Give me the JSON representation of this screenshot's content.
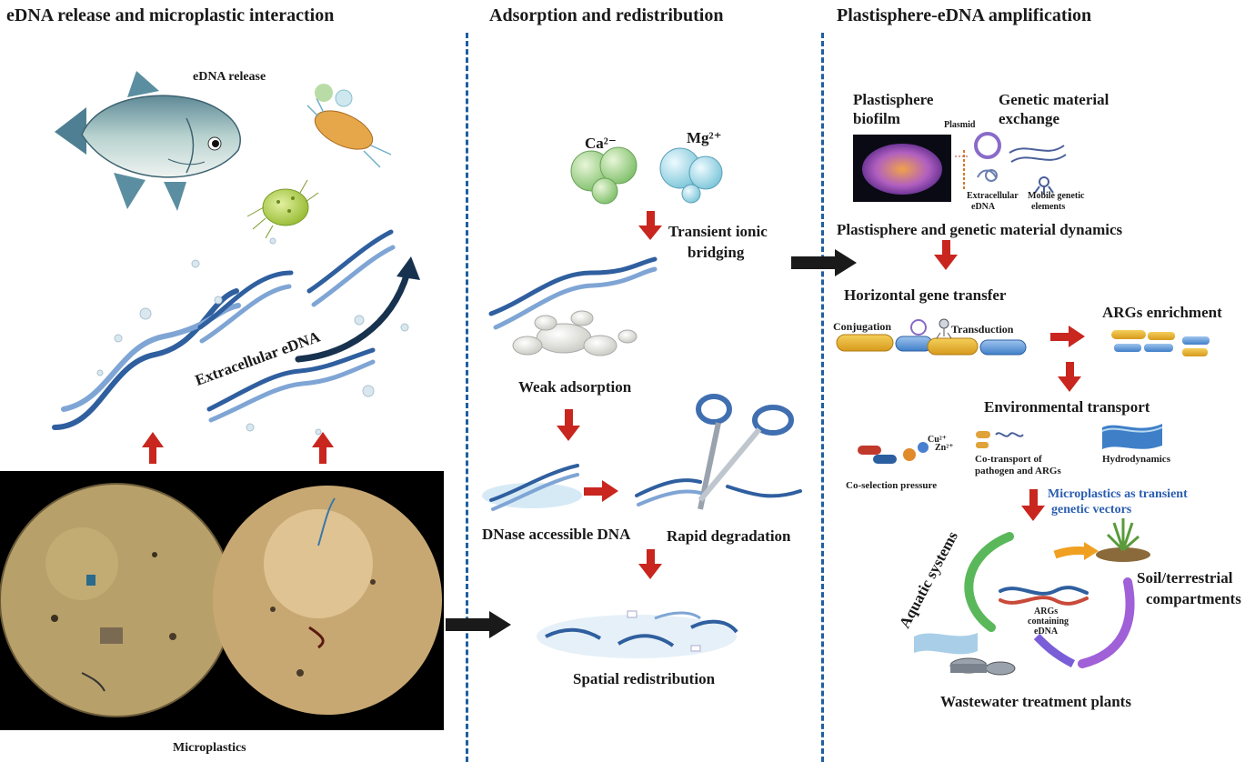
{
  "panels": {
    "left": {
      "title": "eDNA release and microplastic interaction",
      "edna_release": "eDNA release",
      "extracellular_edna": "Extracellular eDNA",
      "microplastics": "Microplastics"
    },
    "middle": {
      "title": "Adsorption and redistribution",
      "ca_ion": "Ca²⁻",
      "mg_ion": "Mg²⁺",
      "transient_bridging_1": "Transient ionic",
      "transient_bridging_2": "bridging",
      "weak_adsorption": "Weak adsorption",
      "dnase_accessible": "DNase accessible DNA",
      "rapid_degradation": "Rapid degradation",
      "spatial_redistribution": "Spatial redistribution"
    },
    "right": {
      "title": "Plastisphere-eDNA amplification",
      "plastisphere_biofilm_1": "Plastisphere",
      "plastisphere_biofilm_2": "biofilm",
      "genetic_exchange_1": "Genetic material",
      "genetic_exchange_2": "exchange",
      "plasmid": "Plasmid",
      "extracellular_edna_1": "Extracellular",
      "extracellular_edna_2": "eDNA",
      "mobile_elements_1": "Mobile genetic",
      "mobile_elements_2": "elements",
      "dynamics": "Plastisphere and genetic material dynamics",
      "hgt": "Horizontal gene transfer",
      "conjugation": "Conjugation",
      "transduction": "Transduction",
      "args_enrichment": "ARGs enrichment",
      "env_transport": "Environmental transport",
      "co_transport_1": "Co-transport of",
      "co_transport_2": "pathogen and ARGs",
      "hydrodynamics": "Hydrodynamics",
      "co_selection": "Co-selection pressure",
      "zn_ion": "Zn²⁺",
      "cu_ion": "Cu²⁺",
      "vectors_1": "Microplastics as transient",
      "vectors_2": "genetic vectors",
      "aquatic": "Aquatic systems",
      "soil_1": "Soil/terrestrial",
      "soil_2": "compartments",
      "args_edna_1": "ARGs",
      "args_edna_2": "containing",
      "args_edna_3": "eDNA",
      "wwtp": "Wastewater treatment plants"
    }
  },
  "colors": {
    "divider": "#1f5f9e",
    "red_arrow": "#c8261e",
    "black_arrow": "#1a1a1a",
    "dna": "#2f5f9f",
    "vector_text": "#2a5db0"
  }
}
